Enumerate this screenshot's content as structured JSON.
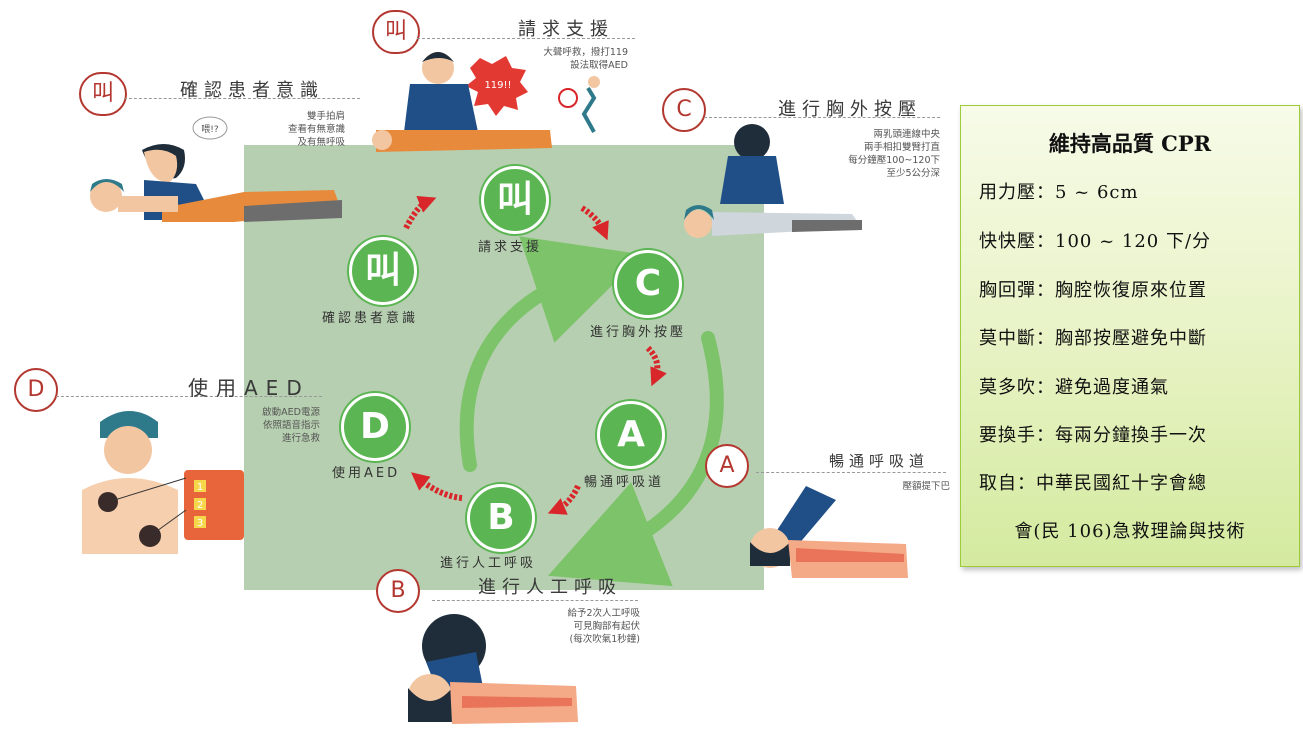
{
  "cycle": {
    "call": {
      "glyph": "叫",
      "label": "請求支援"
    },
    "check": {
      "glyph": "叫",
      "label": "確認患者意識"
    },
    "c": {
      "glyph": "C",
      "label": "進行胸外按壓"
    },
    "a": {
      "glyph": "A",
      "label": "暢通呼吸道"
    },
    "b": {
      "glyph": "B",
      "label": "進行人工呼吸"
    },
    "d": {
      "glyph": "D",
      "label": "使用AED"
    }
  },
  "steps": {
    "check": {
      "badge": "叫",
      "title": "確認患者意識",
      "desc": [
        "雙手拍肩",
        "查看有無意識",
        "及有無呼吸"
      ],
      "speech": "喂!?"
    },
    "call": {
      "badge": "叫",
      "title": "請求支援",
      "desc": [
        "大聲呼救，撥打119",
        "設法取得AED"
      ],
      "bubble": "119!!"
    },
    "c": {
      "badge": "C",
      "title": "進行胸外按壓",
      "desc": [
        "兩乳頭連線中央",
        "兩手相扣雙臂打直",
        "每分鐘壓100~120下",
        "至少5公分深"
      ]
    },
    "d": {
      "badge": "D",
      "title": "使用AED",
      "desc": [
        "啟動AED電源",
        "依照語音指示",
        "進行急救"
      ],
      "aed_buttons": [
        "1",
        "2",
        "3"
      ]
    },
    "a": {
      "badge": "A",
      "title": "暢通呼吸道",
      "desc": [
        "壓額提下巴"
      ]
    },
    "b": {
      "badge": "B",
      "title": "進行人工呼吸",
      "desc": [
        "給予2次人工呼吸",
        "可見胸部有起伏",
        "(每次吹氣1秒鐘)"
      ]
    }
  },
  "info": {
    "title": "維持高品質 CPR",
    "lines": [
      "用力壓：5 ~ 6cm",
      "快快壓：100 ~ 120 下/分",
      "胸回彈：胸腔恢復原來位置",
      "莫中斷：胸部按壓避免中斷",
      "莫多吹：避免過度通氣",
      "要換手：每兩分鐘換手一次",
      "取自：中華民國紅十字會總",
      "會(民 106)急救理論與技術"
    ]
  },
  "colors": {
    "panel": "#b6cfb0",
    "cycle_green": "#5ab552",
    "arrow_green": "#7cc36a",
    "arrow_red": "#d9262a",
    "badge_red": "#b3362f",
    "info_border": "#9ccc3a",
    "shirt_blue": "#1f4f86",
    "pants_gray": "#6d6d6d",
    "cap_teal": "#2f7a8a"
  }
}
